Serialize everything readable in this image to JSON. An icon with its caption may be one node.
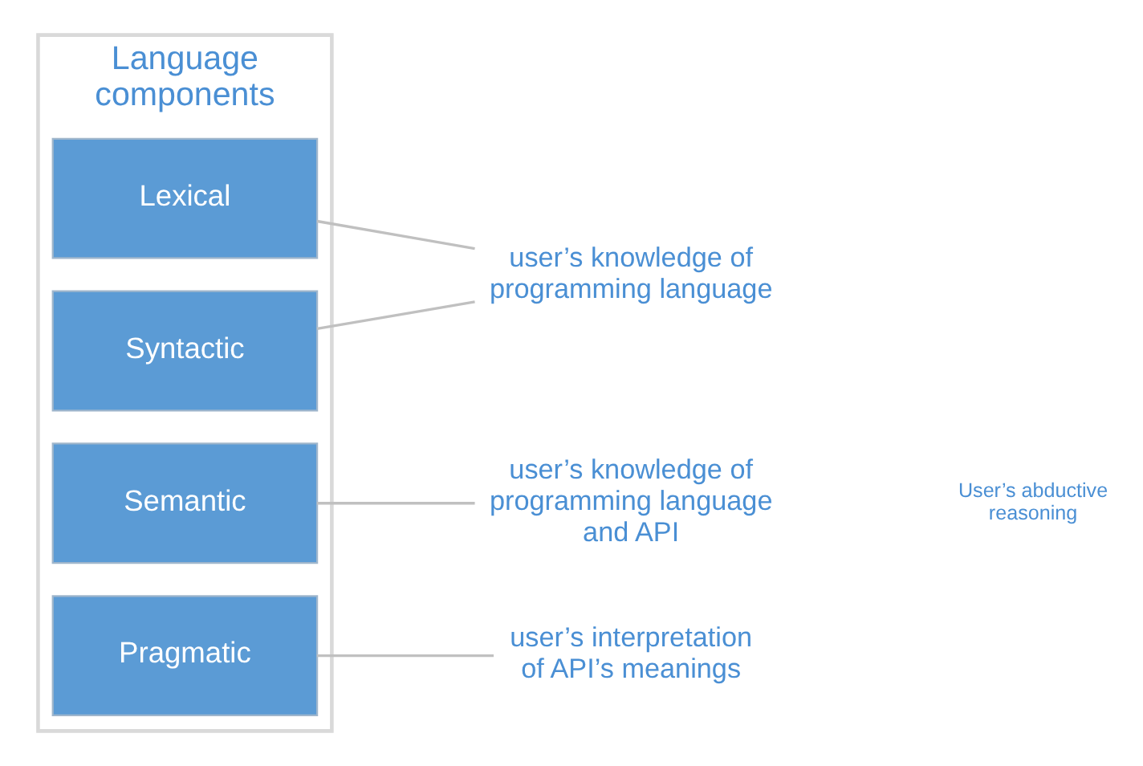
{
  "diagram": {
    "nodes": [
      {
        "text": [
          "Language components"
        ]
      },
      {
        "text": [
          "Lexical"
        ],
        "in": 0
      },
      {
        "text": [
          "Syntactic"
        ],
        "in": 0
      },
      {
        "text": [
          "Semantic"
        ],
        "in": 0
      },
      {
        "text": [
          "Pragmatic"
        ],
        "in": 0
      },
      {
        "text": [
          "user’s knowledge of programming language"
        ]
      },
      {
        "text": [
          "user’s knowledge of programming language and API"
        ]
      },
      {
        "text": [
          "user’s interpretation of API’s meanings"
        ]
      }
    ],
    "edges": [
      {
        "from": 1,
        "to": 5,
        "arrow": "none"
      },
      {
        "from": 2,
        "to": 5,
        "arrow": "none"
      },
      {
        "from": 3,
        "to": 6,
        "arrow": "none"
      },
      {
        "from": 4,
        "to": 7,
        "arrow": "none"
      }
    ],
    "labels": [
      "User’s abductive reasoning"
    ]
  }
}
